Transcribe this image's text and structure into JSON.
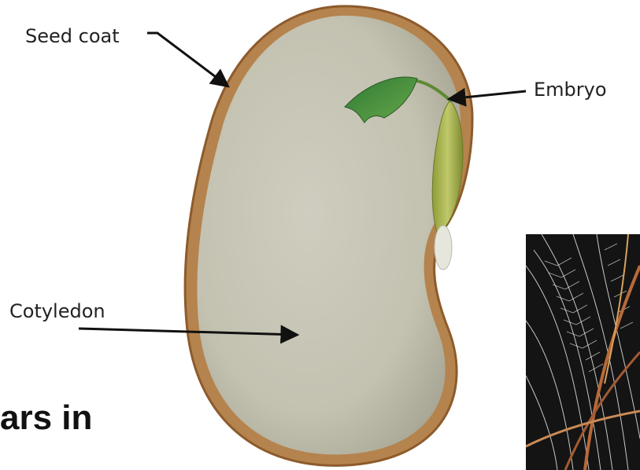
{
  "diagram": {
    "labels": {
      "seed_coat": "Seed coat",
      "embryo": "Embryo",
      "cotyledon": "Cotyledon"
    },
    "partial_heading": "ars in"
  },
  "colors": {
    "seed_coat": "#a8733c",
    "cotyledon": "#c8c6b6",
    "embryo_leaf": "#3e8a3a",
    "embryo_stem": "#a4b54a",
    "photo_background": "#141414"
  }
}
